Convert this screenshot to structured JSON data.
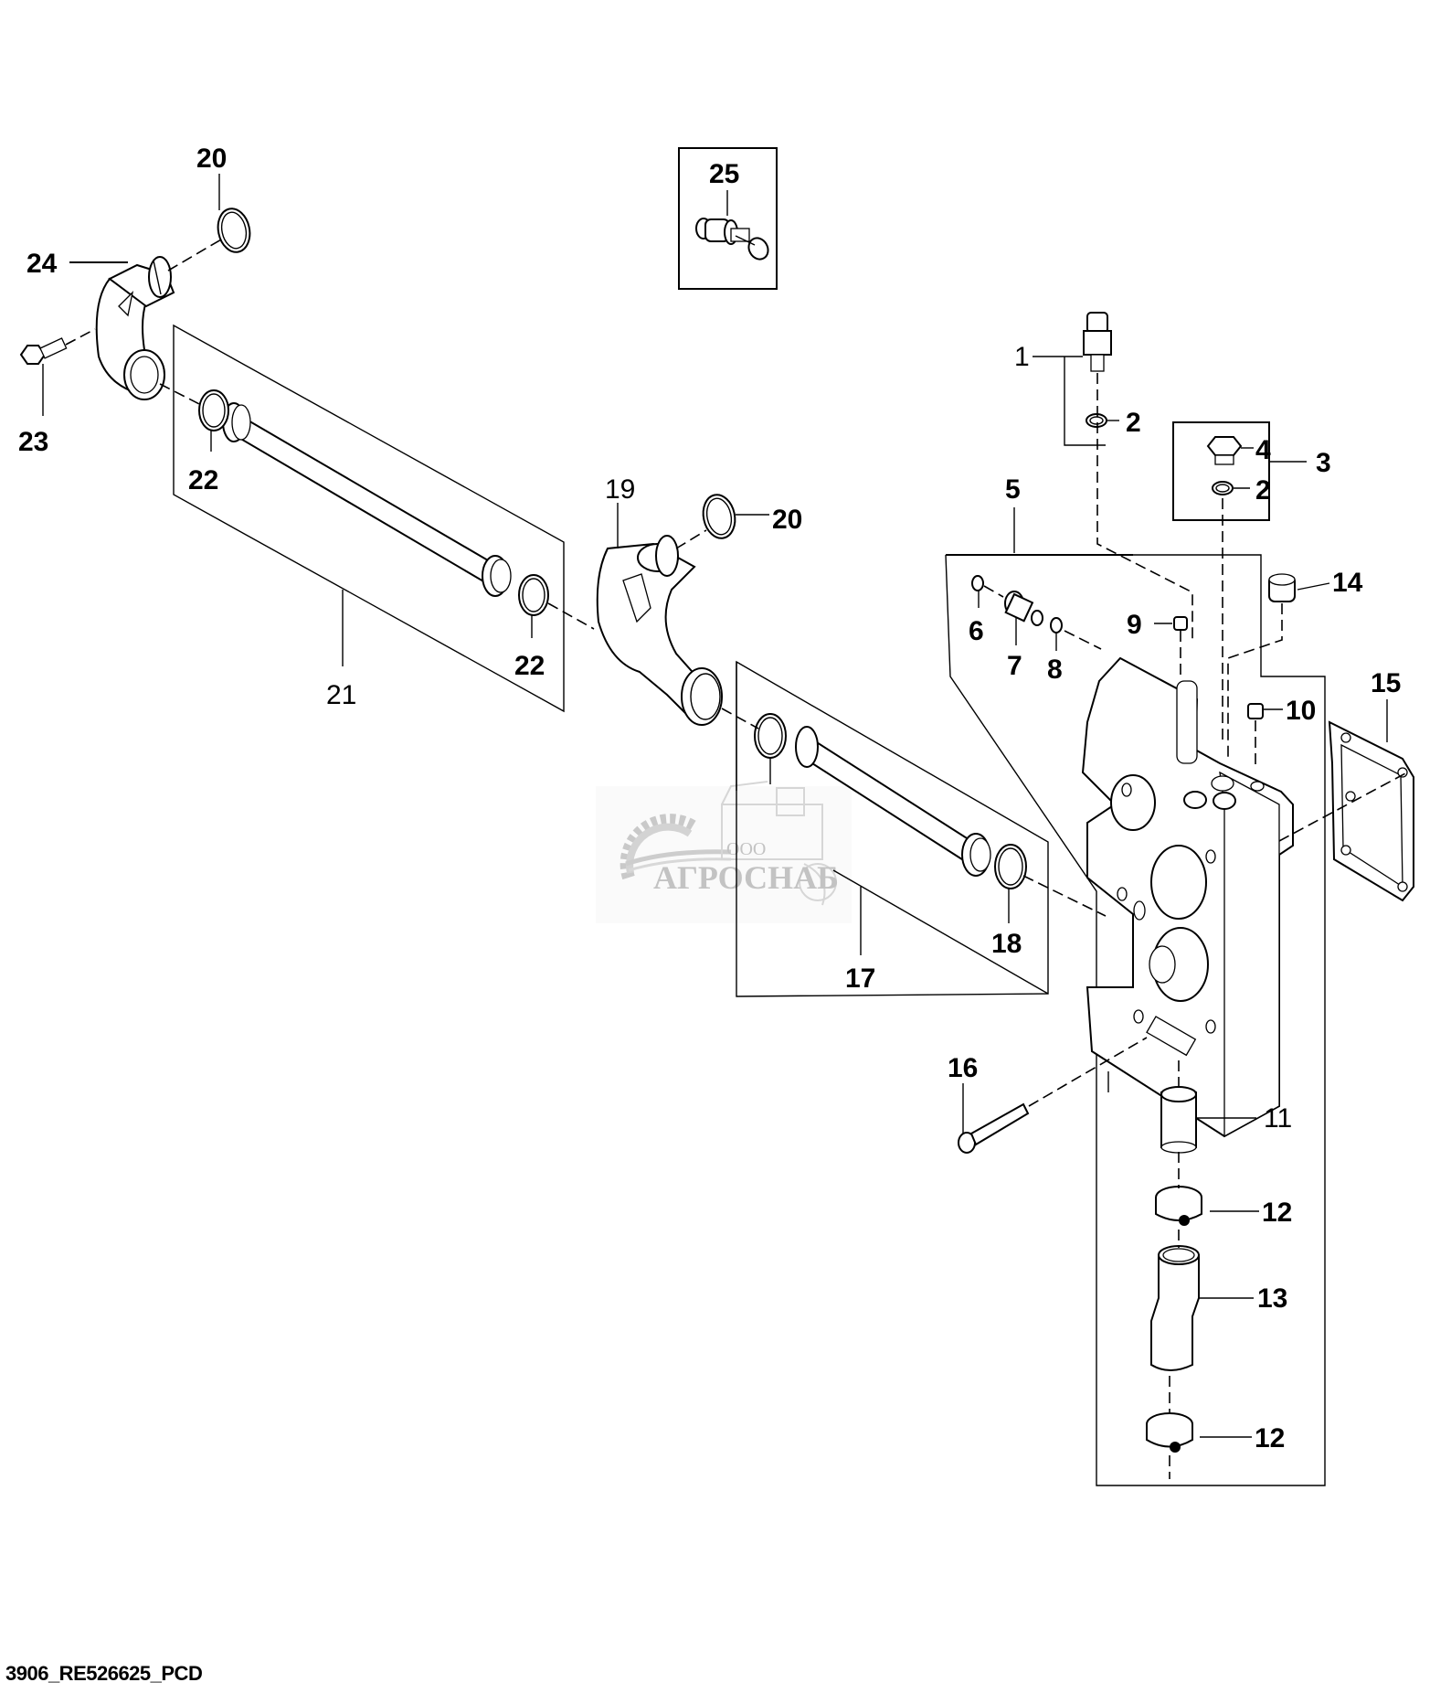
{
  "diagram": {
    "caption": "3906_RE526625_PCD",
    "watermark": {
      "prefix": "ООО",
      "name": "АГРОСНАБ"
    },
    "callouts": [
      {
        "id": "c20a",
        "label": "20"
      },
      {
        "id": "c24",
        "label": "24"
      },
      {
        "id": "c23",
        "label": "23"
      },
      {
        "id": "c22a",
        "label": "22"
      },
      {
        "id": "c22b",
        "label": "22"
      },
      {
        "id": "c21",
        "label": "21"
      },
      {
        "id": "c25",
        "label": "25"
      },
      {
        "id": "c19",
        "label": "19"
      },
      {
        "id": "c20b",
        "label": "20"
      },
      {
        "id": "c1",
        "label": "1"
      },
      {
        "id": "c2a",
        "label": "2"
      },
      {
        "id": "c4",
        "label": "4"
      },
      {
        "id": "c3",
        "label": "3"
      },
      {
        "id": "c2b",
        "label": "2"
      },
      {
        "id": "c5",
        "label": "5"
      },
      {
        "id": "c6",
        "label": "6"
      },
      {
        "id": "c7",
        "label": "7"
      },
      {
        "id": "c8",
        "label": "8"
      },
      {
        "id": "c9",
        "label": "9"
      },
      {
        "id": "c14",
        "label": "14"
      },
      {
        "id": "c10",
        "label": "10"
      },
      {
        "id": "c15",
        "label": "15"
      },
      {
        "id": "c17",
        "label": "17"
      },
      {
        "id": "c18",
        "label": "18"
      },
      {
        "id": "c16",
        "label": "16"
      },
      {
        "id": "c11",
        "label": "11"
      },
      {
        "id": "c12a",
        "label": "12"
      },
      {
        "id": "c13",
        "label": "13"
      },
      {
        "id": "c12b",
        "label": "12"
      }
    ]
  }
}
